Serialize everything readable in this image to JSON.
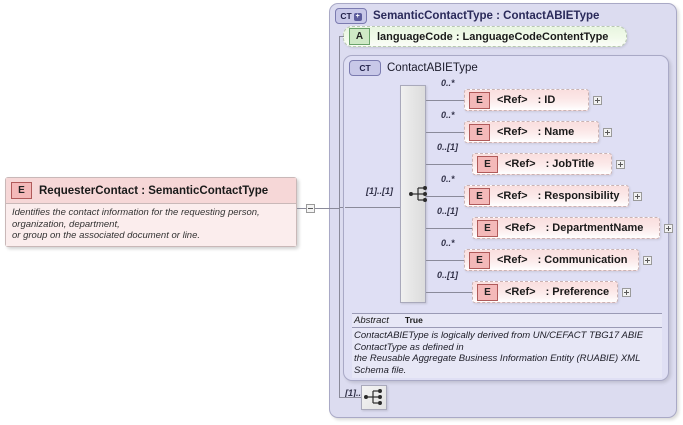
{
  "diagram": {
    "type": "xsd-schema-diagram",
    "colors": {
      "element_fill": "#fadede",
      "element_badge": "#f4b9b9",
      "attribute_badge": "#cfe9c6",
      "container_fill": "#dcdcf0",
      "container_border": "#a9a9c6",
      "page_background": "#ffffff"
    }
  },
  "left_element": {
    "badge": "E",
    "badge_icon": "element-badge-icon",
    "title": "RequesterContact : SemanticContactType",
    "documentation": "Identifies the contact information for the requesting person, organization, department,\nor group on the associated document or line.",
    "expander": "minus-expander-icon"
  },
  "outer_type": {
    "badge": "CT",
    "badge_plus": "+",
    "badge_icon": "complex-type-expandable-icon",
    "title": "SemanticContactType : ContactABIEType"
  },
  "attribute": {
    "badge": "A",
    "badge_icon": "attribute-badge-icon",
    "title": "languageCode : LanguageCodeContentType"
  },
  "inner_type": {
    "badge": "CT",
    "badge_icon": "complex-type-icon",
    "title": "ContactABIEType",
    "sequence_icon": "sequence-compositor-icon"
  },
  "elements": [
    {
      "cardinality": "0..*",
      "badge": "E",
      "ref": "<Ref>",
      "name": ": ID",
      "expander": "plus-expander-icon"
    },
    {
      "cardinality": "0..*",
      "badge": "E",
      "ref": "<Ref>",
      "name": ": Name",
      "expander": "plus-expander-icon"
    },
    {
      "cardinality": "0..[1]",
      "badge": "E",
      "ref": "<Ref>",
      "name": ": JobTitle",
      "expander": "plus-expander-icon"
    },
    {
      "cardinality": "0..*",
      "badge": "E",
      "ref": "<Ref>",
      "name": ": Responsibility",
      "expander": "plus-expander-icon"
    },
    {
      "cardinality": "0..[1]",
      "badge": "E",
      "ref": "<Ref>",
      "name": ": DepartmentName",
      "expander": "plus-expander-icon"
    },
    {
      "cardinality": "0..*",
      "badge": "E",
      "ref": "<Ref>",
      "name": ": Communication",
      "expander": "plus-expander-icon"
    },
    {
      "cardinality": "0..[1]",
      "badge": "E",
      "ref": "<Ref>",
      "name": ": Preference",
      "expander": "plus-expander-icon"
    }
  ],
  "abstract": {
    "key": "Abstract",
    "value": "True",
    "documentation": "ContactABIEType is logically derived from UN/CEFACT TBG17 ABIE ContactType as defined in\nthe Reusable Aggregate Business Information Entity (RUABIE) XML Schema file."
  },
  "connectors": {
    "left_to_outer": "[1]..[1]",
    "bottom_sequence": "[1]..[1]"
  }
}
